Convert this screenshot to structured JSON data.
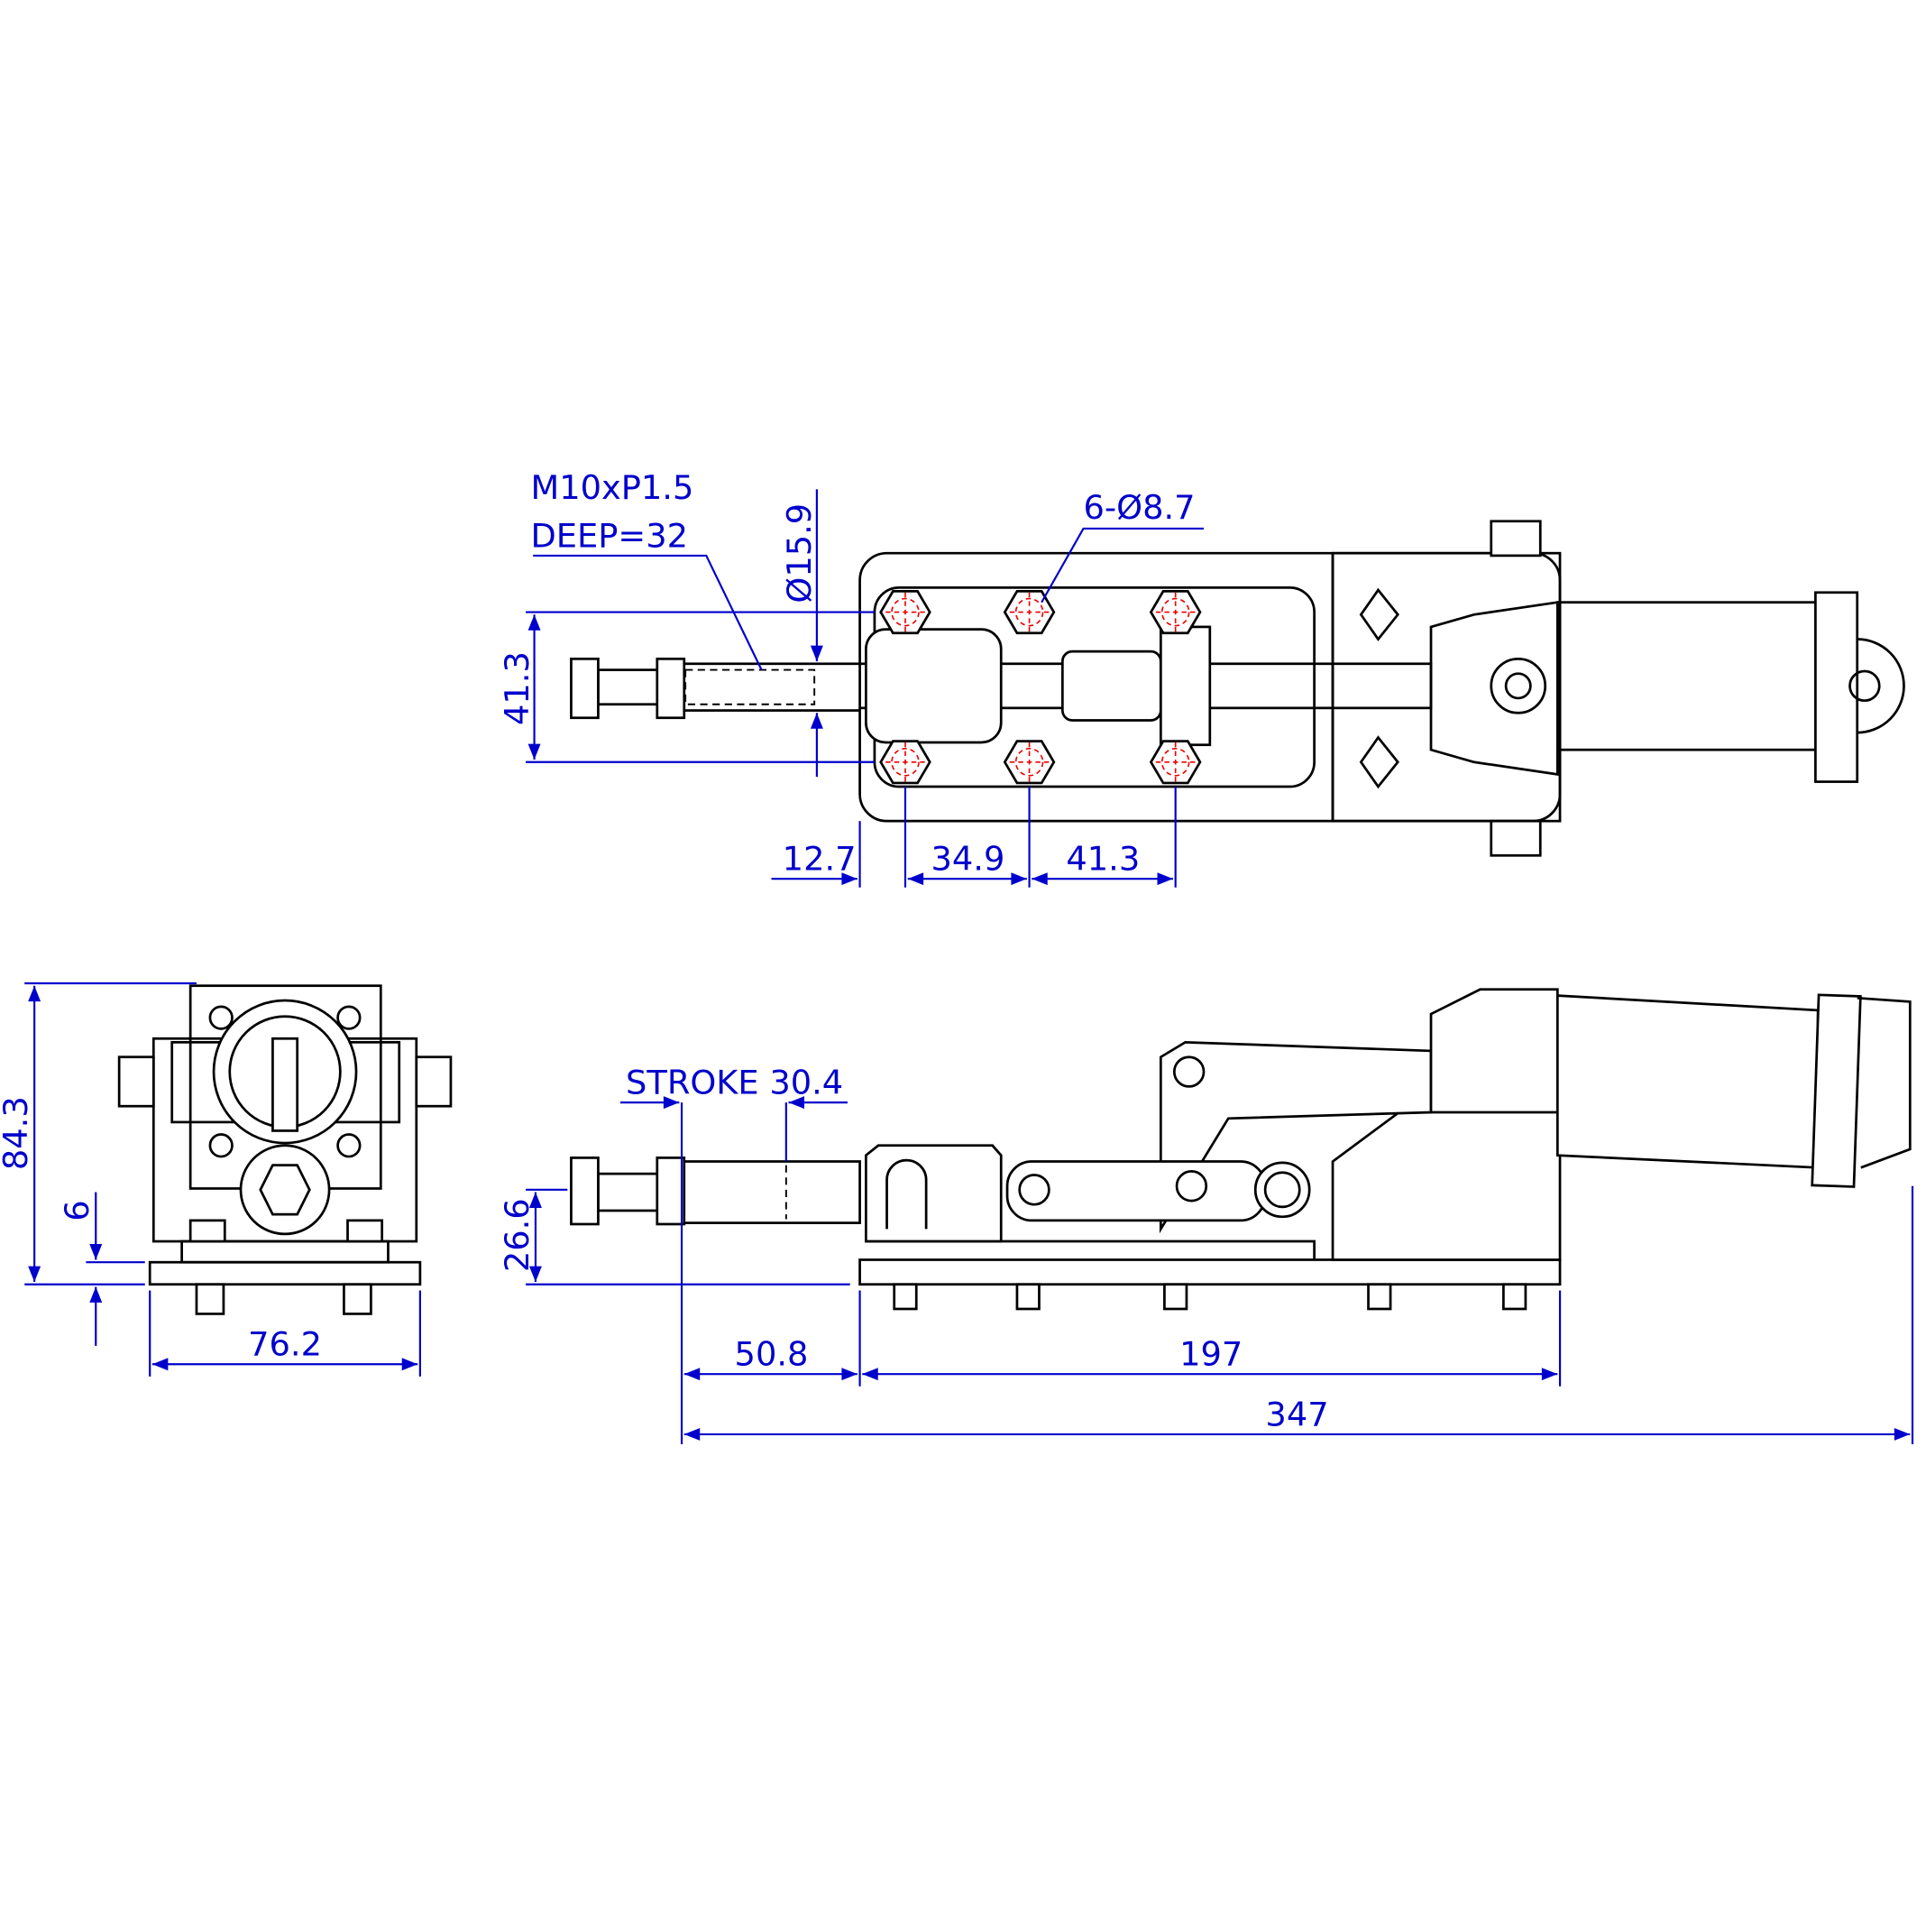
{
  "colors": {
    "dimension": "#0000cc",
    "outline": "#000000",
    "hole_center": "#ee0000"
  },
  "top_view": {
    "thread_label": "M10xP1.5",
    "deep_label": "DEEP=32",
    "rod_diameter": "Ø15.9",
    "hole_callout": "6-Ø8.7",
    "hole_spacing_vertical": "41.3",
    "dim_edge_to_hole": "12.7",
    "dim_hole_pitch_1": "34.9",
    "dim_hole_pitch_2": "41.3"
  },
  "front_view": {
    "overall_height": "84.3",
    "base_thickness": "6",
    "base_width": "76.2"
  },
  "side_view": {
    "stroke_label": "STROKE 30.4",
    "rod_height": "26.6",
    "rod_extension": "50.8",
    "base_length": "197",
    "overall_length": "347"
  }
}
